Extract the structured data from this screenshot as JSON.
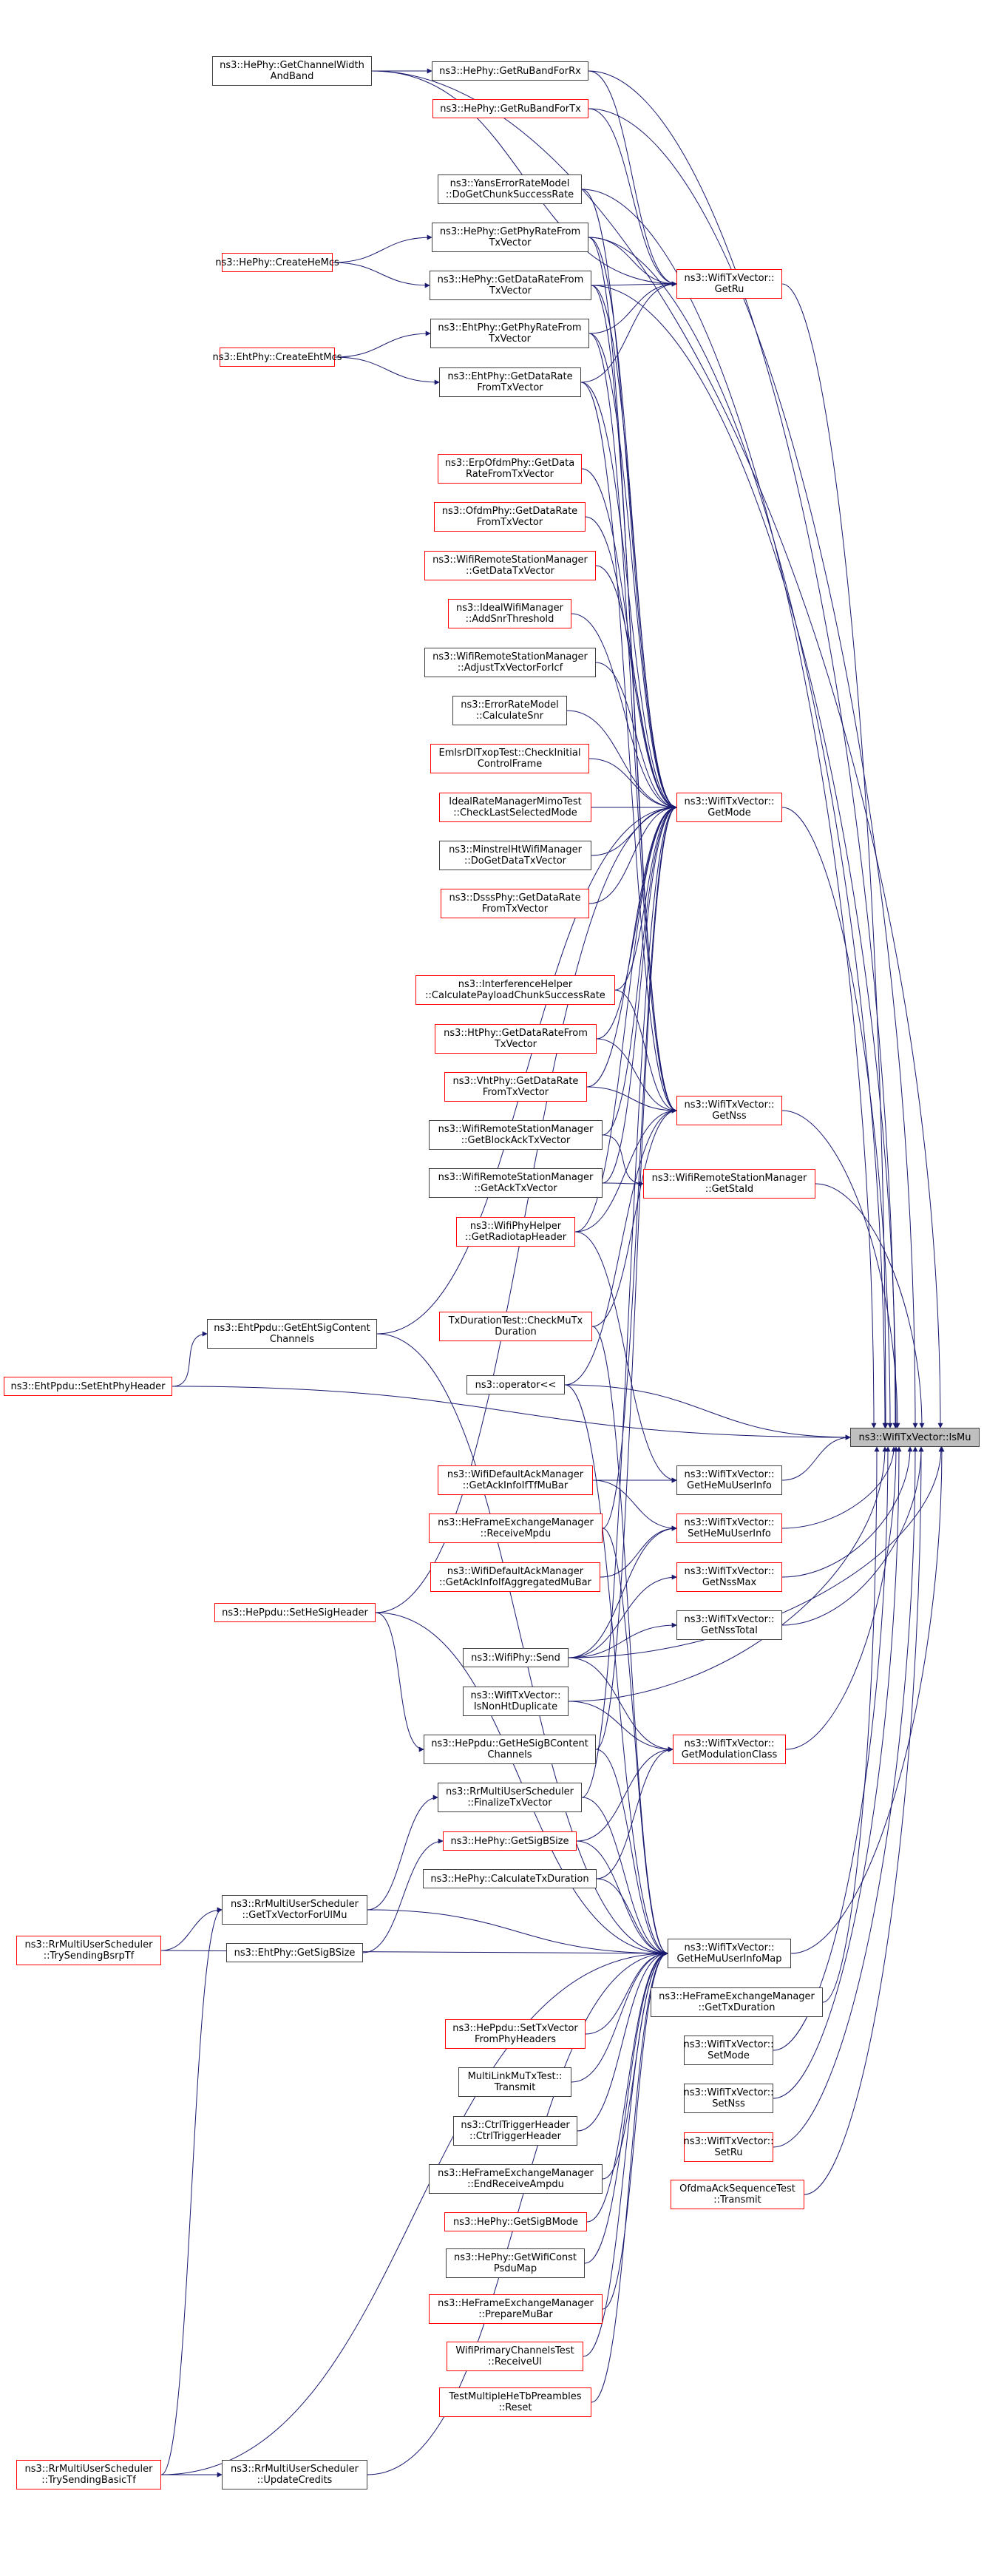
{
  "graph": {
    "title": "ns3::WifiTxVector::IsMu",
    "description": "Caller graph",
    "edge_color": "#191970",
    "root": "ns3::WifiTxVector::IsMu",
    "nodes": [
      {
        "id": "ismu",
        "label": "ns3::WifiTxVector::IsMu",
        "style": "root"
      },
      {
        "id": "getchw",
        "label": "ns3::HePhy::GetChannelWidth\nAndBand",
        "style": "black"
      },
      {
        "id": "rurx",
        "label": "ns3::HePhy::GetRuBandForRx",
        "style": "black"
      },
      {
        "id": "rutx",
        "label": "ns3::HePhy::GetRuBandForTx",
        "style": "red"
      },
      {
        "id": "yans",
        "label": "ns3::YansErrorRateModel\n::DoGetChunkSuccessRate",
        "style": "black"
      },
      {
        "id": "hephyrate",
        "label": "ns3::HePhy::GetPhyRateFrom\nTxVector",
        "style": "black"
      },
      {
        "id": "createhemcs",
        "label": "ns3::HePhy::CreateHeMcs",
        "style": "red"
      },
      {
        "id": "hedatarate",
        "label": "ns3::HePhy::GetDataRateFrom\nTxVector",
        "style": "black"
      },
      {
        "id": "getru",
        "label": "ns3::WifiTxVector::\nGetRu",
        "style": "red"
      },
      {
        "id": "ehtphyrate",
        "label": "ns3::EhtPhy::GetPhyRateFrom\nTxVector",
        "style": "black"
      },
      {
        "id": "createehtmcs",
        "label": "ns3::EhtPhy::CreateEhtMcs",
        "style": "red"
      },
      {
        "id": "ehtdatarate",
        "label": "ns3::EhtPhy::GetDataRate\nFromTxVector",
        "style": "black"
      },
      {
        "id": "erpofdm",
        "label": "ns3::ErpOfdmPhy::GetData\nRateFromTxVector",
        "style": "red"
      },
      {
        "id": "ofdmphy",
        "label": "ns3::OfdmPhy::GetDataRate\nFromTxVector",
        "style": "red"
      },
      {
        "id": "getdatatx",
        "label": "ns3::WifiRemoteStationManager\n::GetDataTxVector",
        "style": "red"
      },
      {
        "id": "addsnr",
        "label": "ns3::IdealWifiManager\n::AddSnrThreshold",
        "style": "red"
      },
      {
        "id": "adjusttx",
        "label": "ns3::WifiRemoteStationManager\n::AdjustTxVectorForIcf",
        "style": "black"
      },
      {
        "id": "calcsnr",
        "label": "ns3::ErrorRateModel\n::CalculateSnr",
        "style": "black"
      },
      {
        "id": "emlsr",
        "label": "EmlsrDlTxopTest::CheckInitial\nControlFrame",
        "style": "red"
      },
      {
        "id": "idealmimo",
        "label": "IdealRateManagerMimoTest\n::CheckLastSelectedMode",
        "style": "red"
      },
      {
        "id": "getmode",
        "label": "ns3::WifiTxVector::\nGetMode",
        "style": "red"
      },
      {
        "id": "minstrel",
        "label": "ns3::MinstrelHtWifiManager\n::DoGetDataTxVector",
        "style": "black"
      },
      {
        "id": "dsss",
        "label": "ns3::DsssPhy::GetDataRate\nFromTxVector",
        "style": "red"
      },
      {
        "id": "interf",
        "label": "ns3::InterferenceHelper\n::CalculatePayloadChunkSuccessRate",
        "style": "red"
      },
      {
        "id": "htphy",
        "label": "ns3::HtPhy::GetDataRateFrom\nTxVector",
        "style": "red"
      },
      {
        "id": "vhtphy",
        "label": "ns3::VhtPhy::GetDataRate\nFromTxVector",
        "style": "red"
      },
      {
        "id": "getnss",
        "label": "ns3::WifiTxVector::\nGetNss",
        "style": "red"
      },
      {
        "id": "blockack",
        "label": "ns3::WifiRemoteStationManager\n::GetBlockAckTxVector",
        "style": "black"
      },
      {
        "id": "getstaid",
        "label": "ns3::WifiRemoteStationManager\n::GetStaId",
        "style": "red"
      },
      {
        "id": "acktx",
        "label": "ns3::WifiRemoteStationManager\n::GetAckTxVector",
        "style": "black"
      },
      {
        "id": "radiotap",
        "label": "ns3::WifiPhyHelper\n::GetRadiotapHeader",
        "style": "red"
      },
      {
        "id": "ehtsigcc",
        "label": "ns3::EhtPpdu::GetEhtSigContent\nChannels",
        "style": "black"
      },
      {
        "id": "txdurtest",
        "label": "TxDurationTest::CheckMuTx\nDuration",
        "style": "red"
      },
      {
        "id": "setehtphy",
        "label": "ns3::EhtPpdu::SetEhtPhyHeader",
        "style": "red"
      },
      {
        "id": "oplt",
        "label": "ns3::operator<<",
        "style": "black"
      },
      {
        "id": "ackinfotf",
        "label": "ns3::WifiDefaultAckManager\n::GetAckInfoIfTfMuBar",
        "style": "red"
      },
      {
        "id": "gethemu",
        "label": "ns3::WifiTxVector::\nGetHeMuUserInfo",
        "style": "black"
      },
      {
        "id": "recvmpdu",
        "label": "ns3::HeFrameExchangeManager\n::ReceiveMpdu",
        "style": "red"
      },
      {
        "id": "sethemu",
        "label": "ns3::WifiTxVector::\nSetHeMuUserInfo",
        "style": "red"
      },
      {
        "id": "ackinfoagg",
        "label": "ns3::WifiDefaultAckManager\n::GetAckInfoIfAggregatedMuBar",
        "style": "red"
      },
      {
        "id": "getnssmax",
        "label": "ns3::WifiTxVector::\nGetNssMax",
        "style": "red"
      },
      {
        "id": "sethesig",
        "label": "ns3::HePpdu::SetHeSigHeader",
        "style": "red"
      },
      {
        "id": "getnsstotal",
        "label": "ns3::WifiTxVector::\nGetNssTotal",
        "style": "black"
      },
      {
        "id": "physend",
        "label": "ns3::WifiPhy::Send",
        "style": "black"
      },
      {
        "id": "nonhtdup",
        "label": "ns3::WifiTxVector::\nIsNonHtDuplicate",
        "style": "black"
      },
      {
        "id": "hesigbcc",
        "label": "ns3::HePpdu::GetHeSigBContent\nChannels",
        "style": "black"
      },
      {
        "id": "modclass",
        "label": "ns3::WifiTxVector::\nGetModulationClass",
        "style": "red"
      },
      {
        "id": "finalize",
        "label": "ns3::RrMultiUserScheduler\n::FinalizeTxVector",
        "style": "black"
      },
      {
        "id": "hesigbsize",
        "label": "ns3::HePhy::GetSigBSize",
        "style": "red"
      },
      {
        "id": "calctxdur",
        "label": "ns3::HePhy::CalculateTxDuration",
        "style": "black"
      },
      {
        "id": "txvecul",
        "label": "ns3::RrMultiUserScheduler\n::GetTxVectorForUlMu",
        "style": "black"
      },
      {
        "id": "bsrptf",
        "label": "ns3::RrMultiUserScheduler\n::TrySendingBsrpTf",
        "style": "red"
      },
      {
        "id": "ehtsigbsize",
        "label": "ns3::EhtPhy::GetSigBSize",
        "style": "black"
      },
      {
        "id": "hemumap",
        "label": "ns3::WifiTxVector::\nGetHeMuUserInfoMap",
        "style": "black"
      },
      {
        "id": "fetxdur",
        "label": "ns3::HeFrameExchangeManager\n::GetTxDuration",
        "style": "black"
      },
      {
        "id": "settxvec",
        "label": "ns3::HePpdu::SetTxVector\nFromPhyHeaders",
        "style": "red"
      },
      {
        "id": "setmode",
        "label": "ns3::WifiTxVector::\nSetMode",
        "style": "black"
      },
      {
        "id": "multilink",
        "label": "MultiLinkMuTxTest::\nTransmit",
        "style": "black"
      },
      {
        "id": "setnss",
        "label": "ns3::WifiTxVector::\nSetNss",
        "style": "black"
      },
      {
        "id": "ctrltrig",
        "label": "ns3::CtrlTriggerHeader\n::CtrlTriggerHeader",
        "style": "black"
      },
      {
        "id": "setru",
        "label": "ns3::WifiTxVector::\nSetRu",
        "style": "red"
      },
      {
        "id": "endrecv",
        "label": "ns3::HeFrameExchangeManager\n::EndReceiveAmpdu",
        "style": "black"
      },
      {
        "id": "ofdmaack",
        "label": "OfdmaAckSequenceTest\n::Transmit",
        "style": "red"
      },
      {
        "id": "sigbmode",
        "label": "ns3::HePhy::GetSigBMode",
        "style": "red"
      },
      {
        "id": "constpsdu",
        "label": "ns3::HePhy::GetWifiConst\nPsduMap",
        "style": "black"
      },
      {
        "id": "preparemubar",
        "label": "ns3::HeFrameExchangeManager\n::PrepareMuBar",
        "style": "red"
      },
      {
        "id": "receiveul",
        "label": "WifiPrimaryChannelsTest\n::ReceiveUl",
        "style": "red"
      },
      {
        "id": "reset",
        "label": "TestMultipleHeTbPreambles\n::Reset",
        "style": "red"
      },
      {
        "id": "basictf",
        "label": "ns3::RrMultiUserScheduler\n::TrySendingBasicTf",
        "style": "red"
      },
      {
        "id": "updatecredits",
        "label": "ns3::RrMultiUserScheduler\n::UpdateCredits",
        "style": "black"
      }
    ],
    "edges": [
      [
        "getchw",
        "rurx"
      ],
      [
        "getchw",
        "getru"
      ],
      [
        "getchw",
        "ismu"
      ],
      [
        "rurx",
        "getru"
      ],
      [
        "rurx",
        "ismu"
      ],
      [
        "rutx",
        "getru"
      ],
      [
        "rutx",
        "ismu"
      ],
      [
        "yans",
        "getmode"
      ],
      [
        "yans",
        "ismu"
      ],
      [
        "createhemcs",
        "hephyrate"
      ],
      [
        "createhemcs",
        "hedatarate"
      ],
      [
        "hephyrate",
        "getru"
      ],
      [
        "hephyrate",
        "getmode"
      ],
      [
        "hephyrate",
        "getnss"
      ],
      [
        "hephyrate",
        "ismu"
      ],
      [
        "hedatarate",
        "getru"
      ],
      [
        "hedatarate",
        "getmode"
      ],
      [
        "hedatarate",
        "getnss"
      ],
      [
        "hedatarate",
        "ismu"
      ],
      [
        "createehtmcs",
        "ehtphyrate"
      ],
      [
        "createehtmcs",
        "ehtdatarate"
      ],
      [
        "ehtphyrate",
        "getru"
      ],
      [
        "ehtphyrate",
        "getmode"
      ],
      [
        "ehtphyrate",
        "getnss"
      ],
      [
        "ehtdatarate",
        "getru"
      ],
      [
        "ehtdatarate",
        "getmode"
      ],
      [
        "ehtdatarate",
        "getnss"
      ],
      [
        "erpofdm",
        "getmode"
      ],
      [
        "ofdmphy",
        "getmode"
      ],
      [
        "getdatatx",
        "getmode"
      ],
      [
        "addsnr",
        "getmode"
      ],
      [
        "adjusttx",
        "getmode"
      ],
      [
        "calcsnr",
        "getmode"
      ],
      [
        "emlsr",
        "getmode"
      ],
      [
        "idealmimo",
        "getmode"
      ],
      [
        "minstrel",
        "getmode"
      ],
      [
        "dsss",
        "getmode"
      ],
      [
        "interf",
        "getmode"
      ],
      [
        "interf",
        "getnss"
      ],
      [
        "htphy",
        "getmode"
      ],
      [
        "htphy",
        "getnss"
      ],
      [
        "vhtphy",
        "getmode"
      ],
      [
        "vhtphy",
        "getnss"
      ],
      [
        "blockack",
        "getmode"
      ],
      [
        "blockack",
        "getstaid"
      ],
      [
        "acktx",
        "getmode"
      ],
      [
        "acktx",
        "getstaid"
      ],
      [
        "radiotap",
        "getmode"
      ],
      [
        "radiotap",
        "getnss"
      ],
      [
        "radiotap",
        "gethemu"
      ],
      [
        "ehtsigcc",
        "getmode"
      ],
      [
        "ehtsigcc",
        "hemumap"
      ],
      [
        "txdurtest",
        "getnss"
      ],
      [
        "txdurtest",
        "hemumap"
      ],
      [
        "setehtphy",
        "ehtsigcc"
      ],
      [
        "setehtphy",
        "ismu"
      ],
      [
        "oplt",
        "getnss"
      ],
      [
        "oplt",
        "ismu"
      ],
      [
        "oplt",
        "hemumap"
      ],
      [
        "ackinfotf",
        "gethemu"
      ],
      [
        "ackinfotf",
        "sethemu"
      ],
      [
        "recvmpdu",
        "getmode"
      ],
      [
        "recvmpdu",
        "hemumap"
      ],
      [
        "ackinfoagg",
        "sethemu"
      ],
      [
        "sethesig",
        "hesigbcc"
      ],
      [
        "sethesig",
        "getmode"
      ],
      [
        "sethesig",
        "hemumap"
      ],
      [
        "physend",
        "sethemu"
      ],
      [
        "physend",
        "getnssmax"
      ],
      [
        "physend",
        "getnsstotal"
      ],
      [
        "physend",
        "modclass"
      ],
      [
        "physend",
        "ismu"
      ],
      [
        "nonhtdup",
        "modclass"
      ],
      [
        "nonhtdup",
        "ismu"
      ],
      [
        "hesigbcc",
        "hemumap"
      ],
      [
        "hesigbcc",
        "getmode"
      ],
      [
        "finalize",
        "getmode"
      ],
      [
        "finalize",
        "hemumap"
      ],
      [
        "hesigbsize",
        "modclass"
      ],
      [
        "hesigbsize",
        "hemumap"
      ],
      [
        "calctxdur",
        "modclass"
      ],
      [
        "calctxdur",
        "hemumap"
      ],
      [
        "txvecul",
        "finalize"
      ],
      [
        "txvecul",
        "hemumap"
      ],
      [
        "bsrptf",
        "txvecul"
      ],
      [
        "bsrptf",
        "hemumap"
      ],
      [
        "ehtsigbsize",
        "hesigbsize"
      ],
      [
        "gethemu",
        "ismu"
      ],
      [
        "sethemu",
        "ismu"
      ],
      [
        "getnssmax",
        "ismu"
      ],
      [
        "getnsstotal",
        "ismu"
      ],
      [
        "getru",
        "ismu"
      ],
      [
        "getmode",
        "ismu"
      ],
      [
        "getnss",
        "ismu"
      ],
      [
        "getstaid",
        "ismu"
      ],
      [
        "modclass",
        "ismu"
      ],
      [
        "hemumap",
        "ismu"
      ],
      [
        "fetxdur",
        "ismu"
      ],
      [
        "setmode",
        "ismu"
      ],
      [
        "setnss",
        "ismu"
      ],
      [
        "setru",
        "ismu"
      ],
      [
        "ofdmaack",
        "ismu"
      ],
      [
        "settxvec",
        "hemumap"
      ],
      [
        "multilink",
        "hemumap"
      ],
      [
        "ctrltrig",
        "hemumap"
      ],
      [
        "endrecv",
        "hemumap"
      ],
      [
        "sigbmode",
        "hemumap"
      ],
      [
        "constpsdu",
        "hemumap"
      ],
      [
        "preparemubar",
        "hemumap"
      ],
      [
        "receiveul",
        "hemumap"
      ],
      [
        "reset",
        "hemumap"
      ],
      [
        "basictf",
        "updatecredits"
      ],
      [
        "basictf",
        "txvecul"
      ],
      [
        "basictf",
        "hemumap"
      ],
      [
        "updatecredits",
        "hemumap"
      ]
    ]
  }
}
